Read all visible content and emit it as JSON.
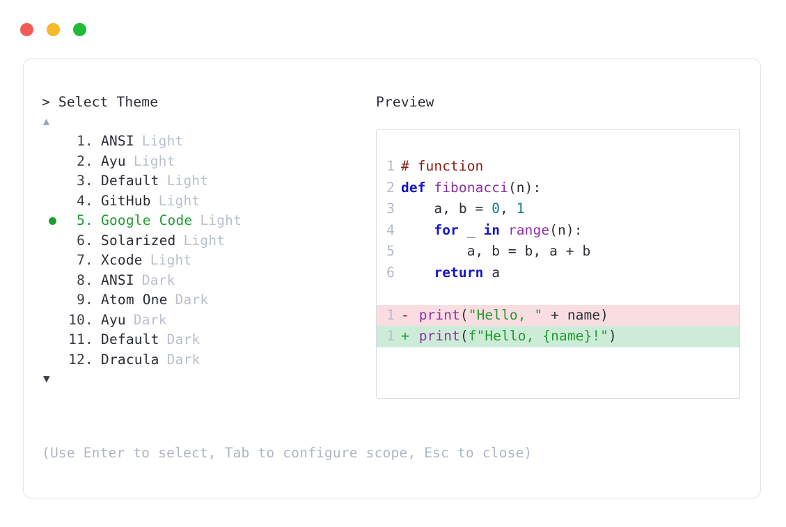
{
  "window": {
    "dots": [
      {
        "name": "close",
        "color": "#f45b52"
      },
      {
        "name": "minimize",
        "color": "#f5b929"
      },
      {
        "name": "zoom",
        "color": "#21bb3c"
      }
    ]
  },
  "picker": {
    "title": "> Select Theme",
    "scroll_up": "▲",
    "scroll_down": "▼",
    "selected_index": 5,
    "accent": "#1f9d2f",
    "items": [
      {
        "index": "1.",
        "name": "ANSI",
        "suffix": "Light",
        "selected": false
      },
      {
        "index": "2.",
        "name": "Ayu",
        "suffix": "Light",
        "selected": false
      },
      {
        "index": "3.",
        "name": "Default",
        "suffix": "Light",
        "selected": false
      },
      {
        "index": "4.",
        "name": "GitHub",
        "suffix": "Light",
        "selected": false
      },
      {
        "index": "5.",
        "name": "Google Code",
        "suffix": "Light",
        "selected": true
      },
      {
        "index": "6.",
        "name": "Solarized",
        "suffix": "Light",
        "selected": false
      },
      {
        "index": "7.",
        "name": "Xcode",
        "suffix": "Light",
        "selected": false
      },
      {
        "index": "8.",
        "name": "ANSI",
        "suffix": "Dark",
        "selected": false
      },
      {
        "index": "9.",
        "name": "Atom One",
        "suffix": "Dark",
        "selected": false
      },
      {
        "index": "10.",
        "name": "Ayu",
        "suffix": "Dark",
        "selected": false
      },
      {
        "index": "11.",
        "name": "Default",
        "suffix": "Dark",
        "selected": false
      },
      {
        "index": "12.",
        "name": "Dracula",
        "suffix": "Dark",
        "selected": false
      }
    ]
  },
  "hint": "(Use Enter to select, Tab to configure scope, Esc to close)",
  "preview": {
    "title": "Preview",
    "code_lines": [
      {
        "num": "1",
        "tokens": [
          {
            "t": "# function",
            "c": "comment"
          }
        ]
      },
      {
        "num": "2",
        "tokens": [
          {
            "t": "def ",
            "c": "keyword"
          },
          {
            "t": "fibonacci",
            "c": "func"
          },
          {
            "t": "(n):",
            "c": "punct"
          }
        ]
      },
      {
        "num": "3",
        "tokens": [
          {
            "t": "    a, b = ",
            "c": "plain"
          },
          {
            "t": "0",
            "c": "number"
          },
          {
            "t": ", ",
            "c": "plain"
          },
          {
            "t": "1",
            "c": "number"
          }
        ]
      },
      {
        "num": "4",
        "tokens": [
          {
            "t": "    ",
            "c": "plain"
          },
          {
            "t": "for",
            "c": "keyword"
          },
          {
            "t": " _ ",
            "c": "plain"
          },
          {
            "t": "in",
            "c": "keyword"
          },
          {
            "t": " ",
            "c": "plain"
          },
          {
            "t": "range",
            "c": "func"
          },
          {
            "t": "(n):",
            "c": "punct"
          }
        ]
      },
      {
        "num": "5",
        "tokens": [
          {
            "t": "        a, b = b, a + b",
            "c": "plain"
          }
        ]
      },
      {
        "num": "6",
        "tokens": [
          {
            "t": "    ",
            "c": "plain"
          },
          {
            "t": "return",
            "c": "keyword"
          },
          {
            "t": " a",
            "c": "plain"
          }
        ]
      }
    ],
    "diff_lines": [
      {
        "num": "1",
        "kind": "del",
        "sign": "-",
        "tokens": [
          {
            "t": "print",
            "c": "func"
          },
          {
            "t": "(",
            "c": "punct"
          },
          {
            "t": "\"Hello, \"",
            "c": "string"
          },
          {
            "t": " + name)",
            "c": "plain"
          }
        ]
      },
      {
        "num": "1",
        "kind": "add",
        "sign": "+",
        "tokens": [
          {
            "t": "print",
            "c": "func"
          },
          {
            "t": "(",
            "c": "punct"
          },
          {
            "t": "f\"Hello, {name}!\"",
            "c": "string"
          },
          {
            "t": ")",
            "c": "punct"
          }
        ]
      }
    ],
    "colors": {
      "comment": "#8c1a12",
      "keyword": "#1414cf",
      "function": "#8e2fa8",
      "number": "#0b7f84",
      "string": "#1f9d2f",
      "line_number": "#b4bbcb",
      "diff_del_bg": "#fadde1",
      "diff_add_bg": "#cdecd8"
    }
  }
}
